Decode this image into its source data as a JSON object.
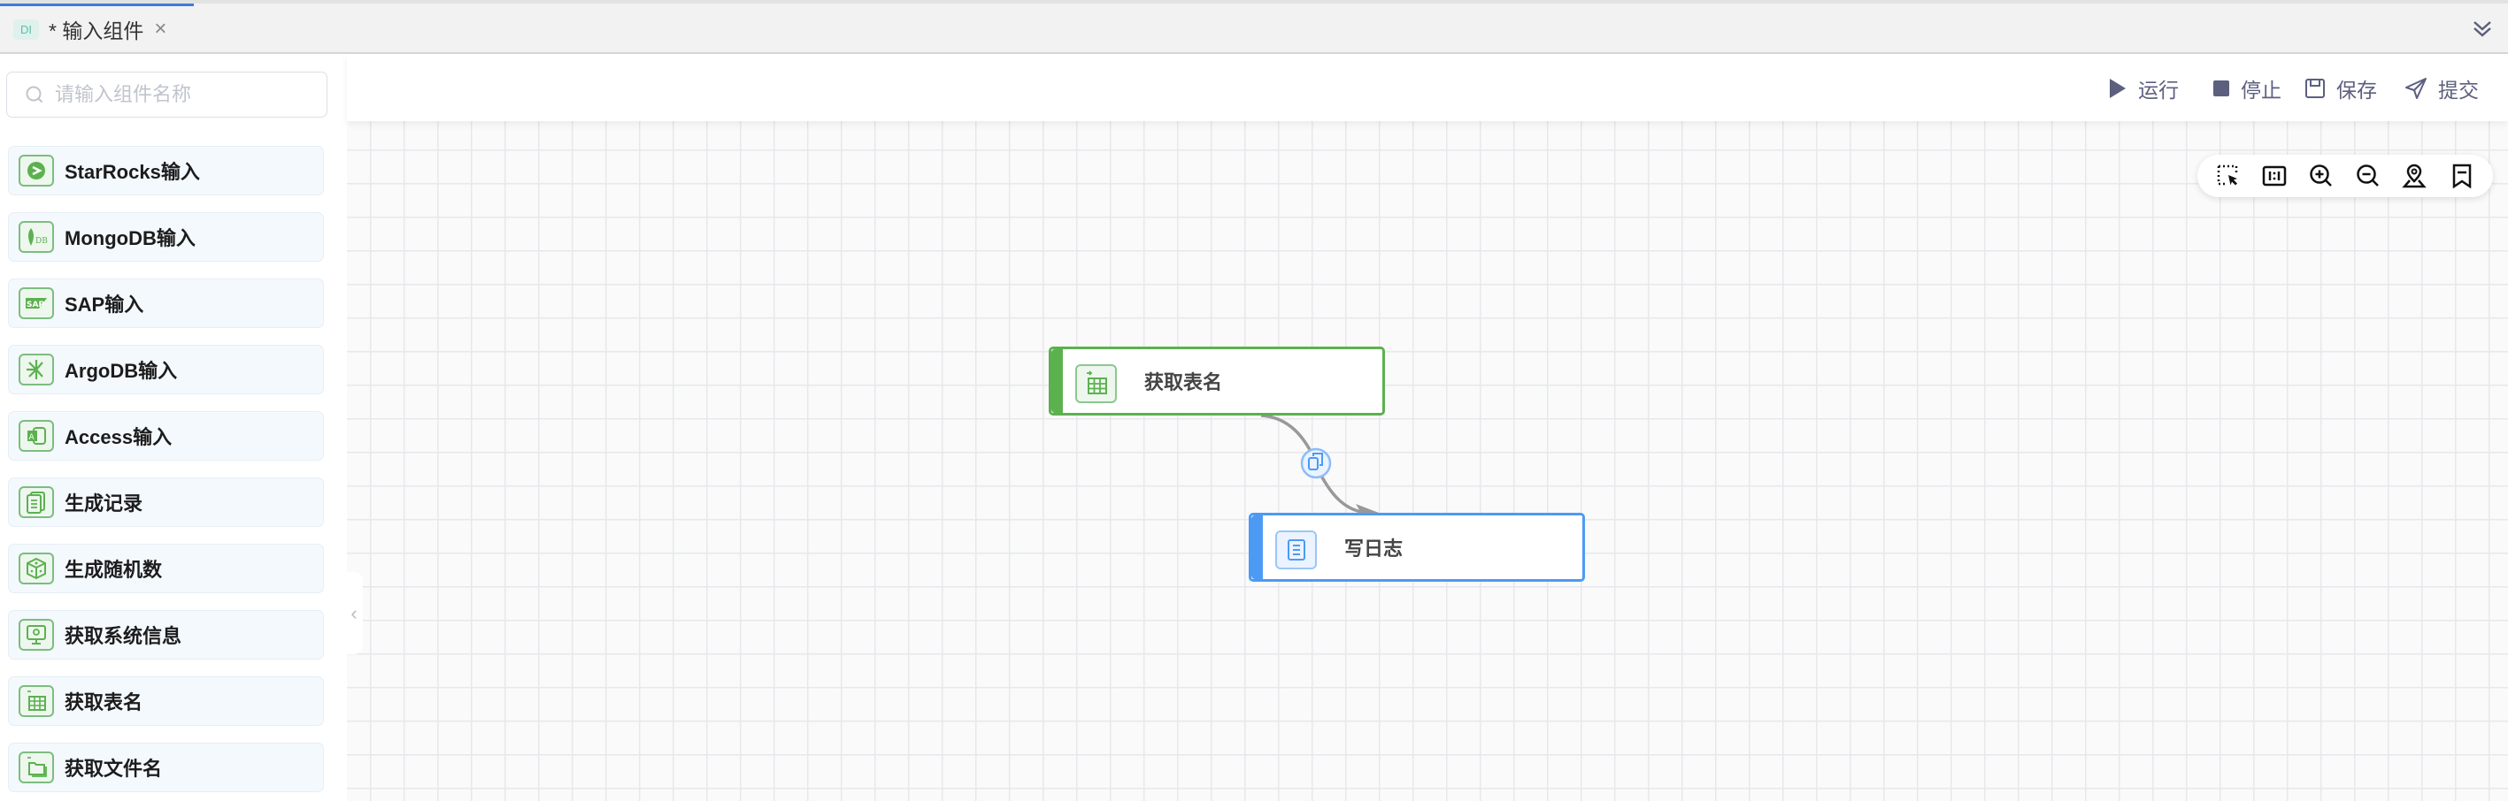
{
  "tab": {
    "badge": "DI",
    "title": "* 输入组件",
    "close": "×"
  },
  "toolbar": {
    "run": "运行",
    "stop": "停止",
    "save": "保存",
    "submit": "提交"
  },
  "search": {
    "placeholder": "请输入组件名称",
    "value": ""
  },
  "components": [
    {
      "label": "StarRocks输入",
      "icon": "starrocks-icon"
    },
    {
      "label": "MongoDB输入",
      "icon": "mongodb-icon"
    },
    {
      "label": "SAP输入",
      "icon": "sap-icon"
    },
    {
      "label": "ArgoDB输入",
      "icon": "argodb-icon"
    },
    {
      "label": "Access输入",
      "icon": "access-icon"
    },
    {
      "label": "生成记录",
      "icon": "records-icon"
    },
    {
      "label": "生成随机数",
      "icon": "dice-icon"
    },
    {
      "label": "获取系统信息",
      "icon": "monitor-icon"
    },
    {
      "label": "获取表名",
      "icon": "table-icon"
    },
    {
      "label": "获取文件名",
      "icon": "folder-icon"
    }
  ],
  "nodes": [
    {
      "label": "获取表名",
      "color": "#5cb14f",
      "icon": "table-icon"
    },
    {
      "label": "写日志",
      "color": "#4d9af5",
      "icon": "log-icon"
    }
  ],
  "colors": {
    "accent": "#3d7bd9",
    "icon_green": "#7cbd7f",
    "toolbar_text": "#5c5f7e"
  }
}
